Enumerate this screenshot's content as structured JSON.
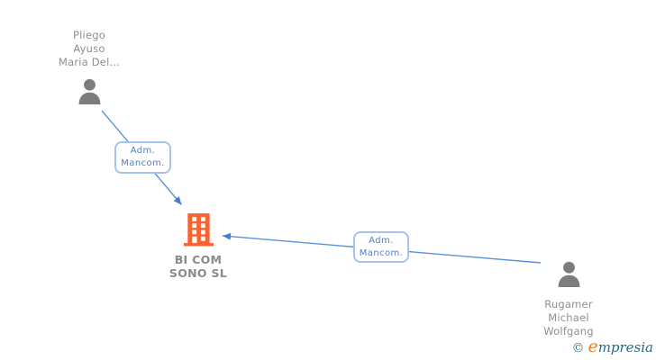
{
  "diagram": {
    "person1": {
      "name_lines": [
        "Pliego",
        "Ayuso",
        "Maria Del..."
      ],
      "icon": "person-icon"
    },
    "company": {
      "name_lines": [
        "BI COM",
        "SONO SL"
      ],
      "icon": "building-icon"
    },
    "person2": {
      "name_lines": [
        "Rugamer",
        "Michael",
        "Wolfgang"
      ],
      "icon": "person-icon"
    },
    "edges": [
      {
        "from": "person1",
        "to": "company",
        "label_line1": "Adm.",
        "label_line2": "Mancom."
      },
      {
        "from": "person2",
        "to": "company",
        "label_line1": "Adm.",
        "label_line2": "Mancom."
      }
    ]
  },
  "watermark": {
    "copyright_symbol": "©",
    "brand_first_letter": "e",
    "brand_rest": "mpresia"
  },
  "colors": {
    "background": "#ffffff",
    "node_text": "#8f8f8f",
    "company_text": "#8a8a8a",
    "person_icon": "#7d7d7d",
    "building_icon": "#f96332",
    "edge_line": "#5b93da",
    "edge_arrowhead": "#3e7fd0",
    "edge_label_text": "#4a7fd0",
    "edge_label_border": "#a4c4ee",
    "watermark_teal": "#2a7d8e",
    "watermark_orange": "#ef7d1a"
  }
}
